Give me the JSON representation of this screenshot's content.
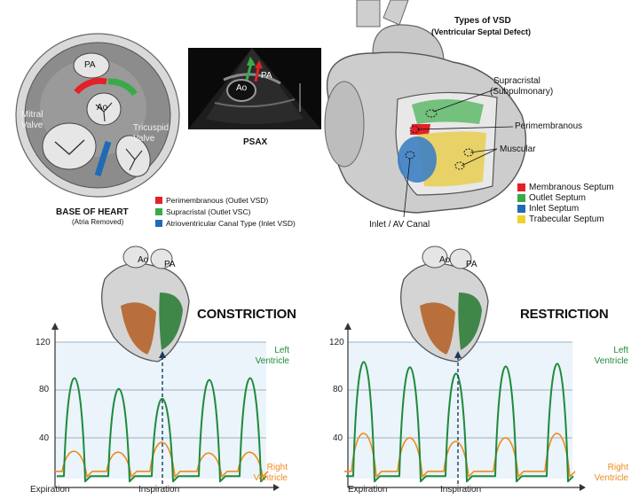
{
  "base_heart": {
    "title": "BASE OF HEART",
    "subtitle": "(Atria Removed)",
    "labels": {
      "pa": "PA",
      "ao": "Ao",
      "mitral": "Mitral Valve",
      "tricuspid": "Tricuspid Valve"
    },
    "legend": [
      {
        "color": "#e32128",
        "text": "Perimembranous (Outlet VSD)"
      },
      {
        "color": "#3aaa49",
        "text": "Supracristal (Outlet VSC)"
      },
      {
        "color": "#1f6bb5",
        "text": "Atrioventricular Canal Type (Inlet VSD)"
      }
    ]
  },
  "echo": {
    "caption": "PSAX",
    "ao": "Ao",
    "pa": "PA"
  },
  "vsd": {
    "title": "Types of VSD",
    "subtitle": "(Ventricular Septal Defect)",
    "callouts": {
      "supracristal": "Supracristal",
      "subpulmonary": "(Subpulmonary)",
      "perimembranous": "Perimembranous",
      "muscular": "Muscular",
      "inlet": "Inlet / AV Canal"
    },
    "legend": [
      {
        "color": "#e32128",
        "text": "Membranous Septum"
      },
      {
        "color": "#3aaa49",
        "text": "Outlet Septum"
      },
      {
        "color": "#1f6bb5",
        "text": "Inlet Septum"
      },
      {
        "color": "#f2d02a",
        "text": "Trabecular Septum"
      }
    ]
  },
  "constriction": {
    "title": "CONSTRICTION",
    "heart_ao": "Ao",
    "heart_pa": "PA",
    "lv_label_1": "Left",
    "lv_label_2": "Ventricle",
    "rv_label_1": "Right",
    "rv_label_2": "Ventricle",
    "expiration": "Expiration",
    "inspiration": "Inspiration",
    "yticks": [
      "120",
      "80",
      "40"
    ]
  },
  "restriction": {
    "title": "RESTRICTION",
    "heart_ao": "Ao",
    "heart_pa": "PA",
    "lv_label_1": "Left",
    "lv_label_2": "Ventricle",
    "rv_label_1": "Right",
    "rv_label_2": "Ventricle",
    "expiration": "Expiration",
    "inspiration": "Inspiration",
    "yticks": [
      "120",
      "80",
      "40"
    ]
  },
  "colors": {
    "lv": "#1e8a3a",
    "rv": "#f08a1e",
    "grid": "#9fb0bf",
    "band": "#d8ebf5"
  }
}
